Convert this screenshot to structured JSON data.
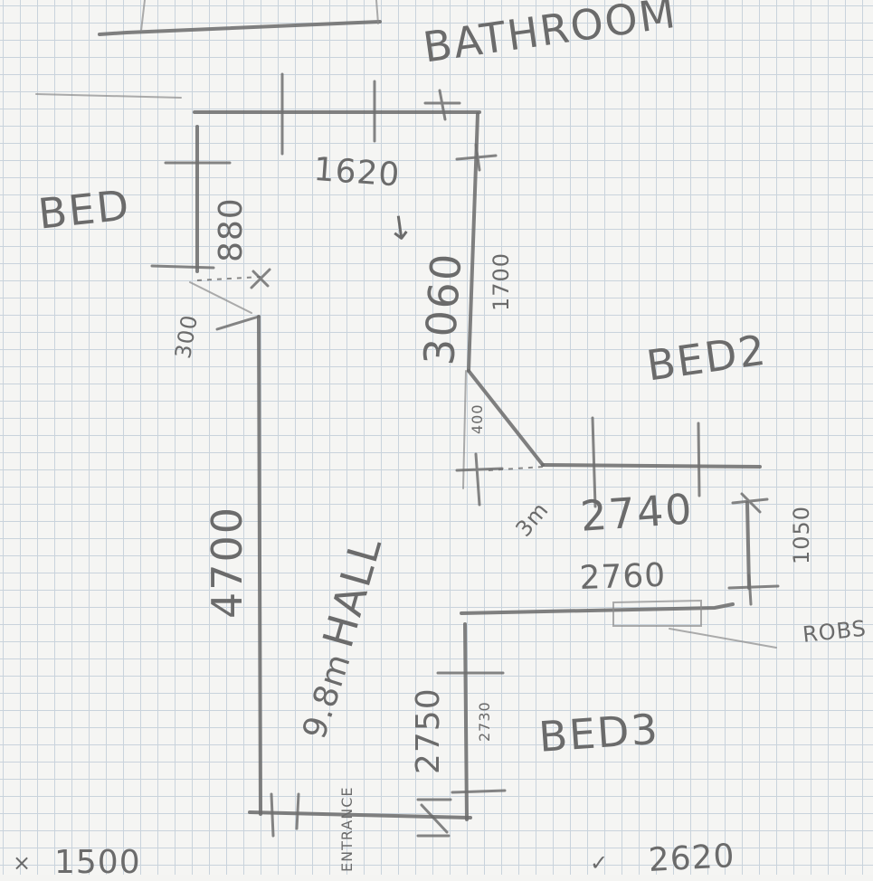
{
  "rooms": {
    "bathroom": "BATHROOM",
    "bed": "BED",
    "bed2": "BED2",
    "bed3": "BED3",
    "hall": "HALL",
    "entrance": "ENTRANCE"
  },
  "dimensions": {
    "top_width": "1620",
    "bed_width": "880",
    "right_long": "3060",
    "right_inner": "1700",
    "corner": "400",
    "bed2_width": "2740",
    "bed2_depth": "1050",
    "bed2_lower": "2760",
    "hall_length": "4700",
    "hall_area": "9.8m",
    "bed3_length": "2750",
    "bed3_inner": "2730",
    "bottom_left": "1500",
    "bottom_right": "2620",
    "left_small": "300",
    "diag_note": "3m"
  },
  "misc": {
    "robs": "ROBS",
    "direction_arrow": "down-arrow-icon"
  }
}
